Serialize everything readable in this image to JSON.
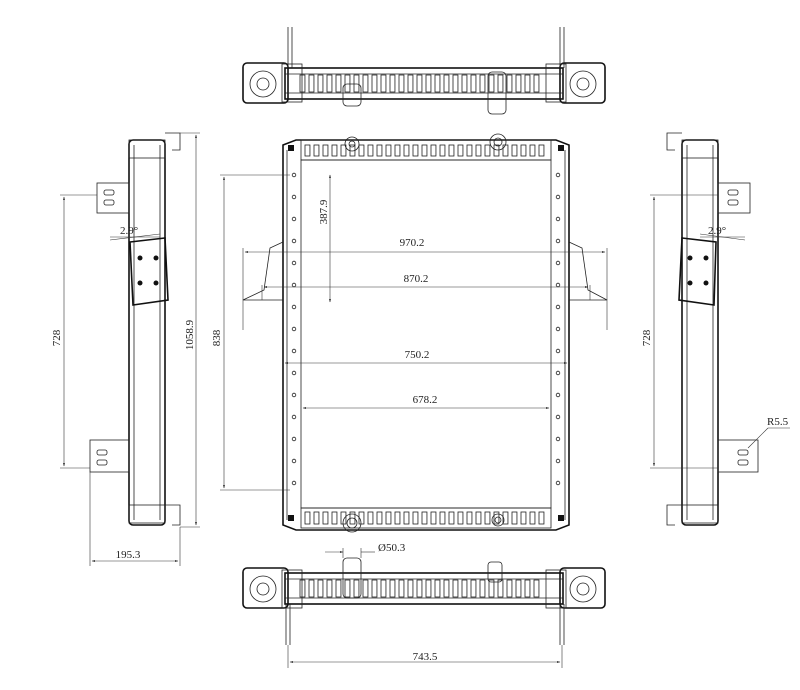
{
  "dimensions": {
    "width_970": "970.2",
    "width_870": "870.2",
    "width_750": "750.2",
    "width_678": "678.2",
    "height_387": "387.9",
    "height_838": "838",
    "height_1058": "1058.9",
    "left_728": "728",
    "right_728": "728",
    "depth_195": "195.3",
    "pipe_diameter": "Ø50.3",
    "bottom_width": "743.5",
    "radius": "R5.5",
    "angle_left": "2.9°",
    "angle_right": "2.9°"
  }
}
